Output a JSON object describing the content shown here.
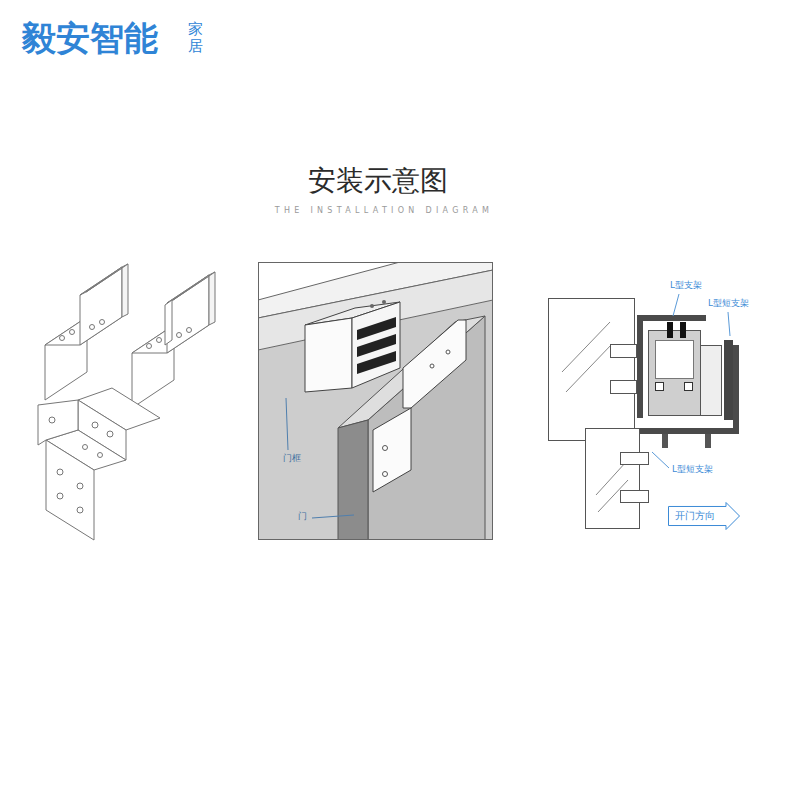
{
  "diagram": {
    "title": "安装示意图",
    "nodes": [
      {
        "text": [
          "开门方向"
        ]
      }
    ],
    "labels": [
      "毅安智能",
      "家居",
      "THE INSTALLATION DIAGRAM",
      "门框",
      "门",
      "L型支架",
      "L型短支架",
      "L型短支架"
    ]
  }
}
